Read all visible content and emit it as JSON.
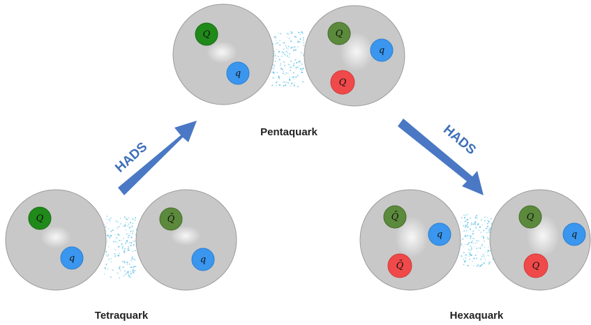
{
  "labels": {
    "tetraquark": "Tetraquark",
    "pentaquark": "Pentaquark",
    "hexaquark": "Hexaquark",
    "arrow_left": "HADS",
    "arrow_right": "HADS"
  },
  "quark_symbols": {
    "heavy": "Q",
    "light": "q",
    "antiheavy": "Q̄"
  },
  "colors": {
    "hadron_fill": "#c8c8c8",
    "hadron_stroke": "#9a9a9a",
    "green_quark": "#1f8a1a",
    "olive_quark": "#5c8a3c",
    "blue_quark": "#3a96ee",
    "red_quark": "#f0494a",
    "arrow": "#4a78c4",
    "cloud_dots": "#6ec7e6"
  }
}
